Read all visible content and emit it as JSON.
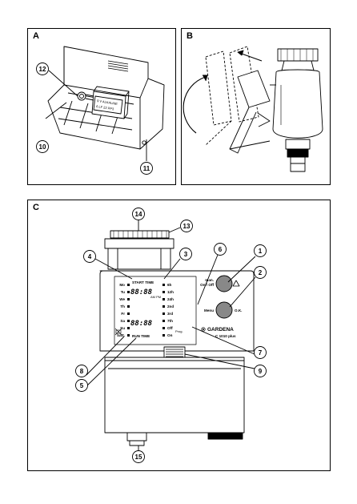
{
  "panels": {
    "a": {
      "letter": "A"
    },
    "b": {
      "letter": "B"
    },
    "c": {
      "letter": "C"
    }
  },
  "panel_a": {
    "callouts": [
      "12",
      "10",
      "11"
    ],
    "plate_lines": [
      "9 V ALKALINE",
      "6 LF 22 PP3"
    ]
  },
  "panel_c": {
    "callouts": [
      "14",
      "13",
      "3",
      "4",
      "6",
      "1",
      "2",
      "7",
      "9",
      "8",
      "5",
      "15"
    ],
    "days": [
      "Mo",
      "Tu",
      "We",
      "Th",
      "Fr",
      "Sa",
      "Su",
      "batt."
    ],
    "intervals": [
      "6h",
      "12h",
      "24h",
      "2nd",
      "3rd",
      "7th",
      "Off",
      "On"
    ],
    "start_time": "START TIME",
    "run_time": "RUN TIME",
    "am_pm": "AM PM",
    "display_top": "88:88",
    "display_bottom": "88:88",
    "prog": "Prog.",
    "man_label": "man.",
    "on_off_label": "On / Off",
    "menu_label": "Menu",
    "ok_label": "O.K.",
    "brand": "GARDENA",
    "model": "C 1010 plus"
  }
}
